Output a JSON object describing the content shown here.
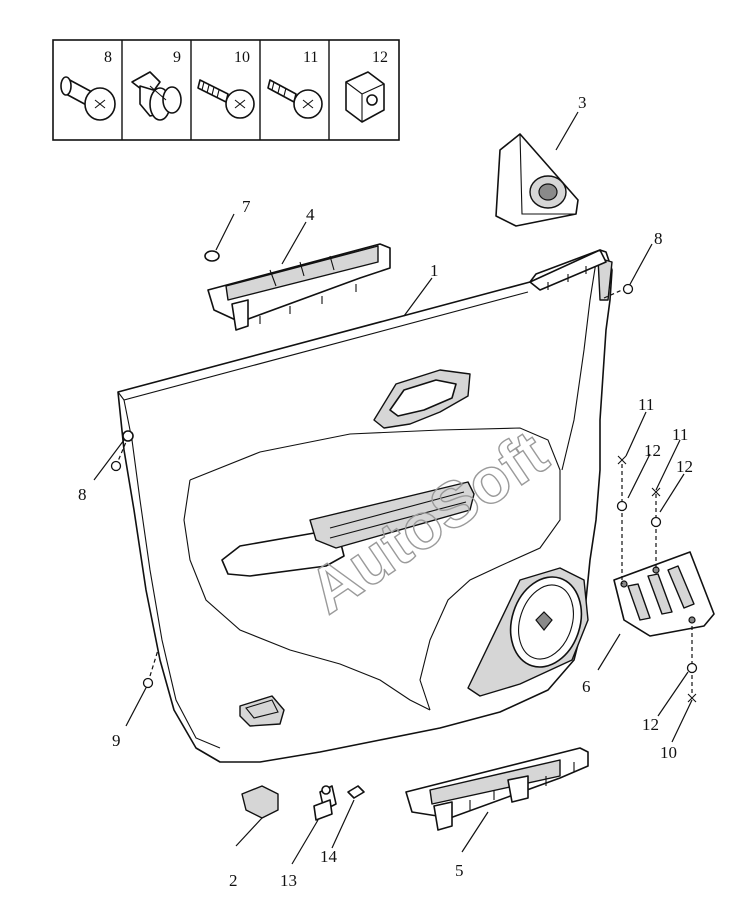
{
  "watermark": "AutoSoft",
  "legend_box": {
    "labels": [
      "8",
      "9",
      "10",
      "11",
      "12"
    ]
  },
  "callouts": {
    "p1": "1",
    "p2": "2",
    "p3": "3",
    "p4": "4",
    "p5": "5",
    "p6": "6",
    "p7": "7",
    "p8_top": "8",
    "p8_left": "8",
    "p9": "9",
    "p10": "10",
    "p11_a": "11",
    "p11_b": "11",
    "p12_a": "12",
    "p12_b": "12",
    "p12_c": "12",
    "p13": "13",
    "p14": "14"
  }
}
